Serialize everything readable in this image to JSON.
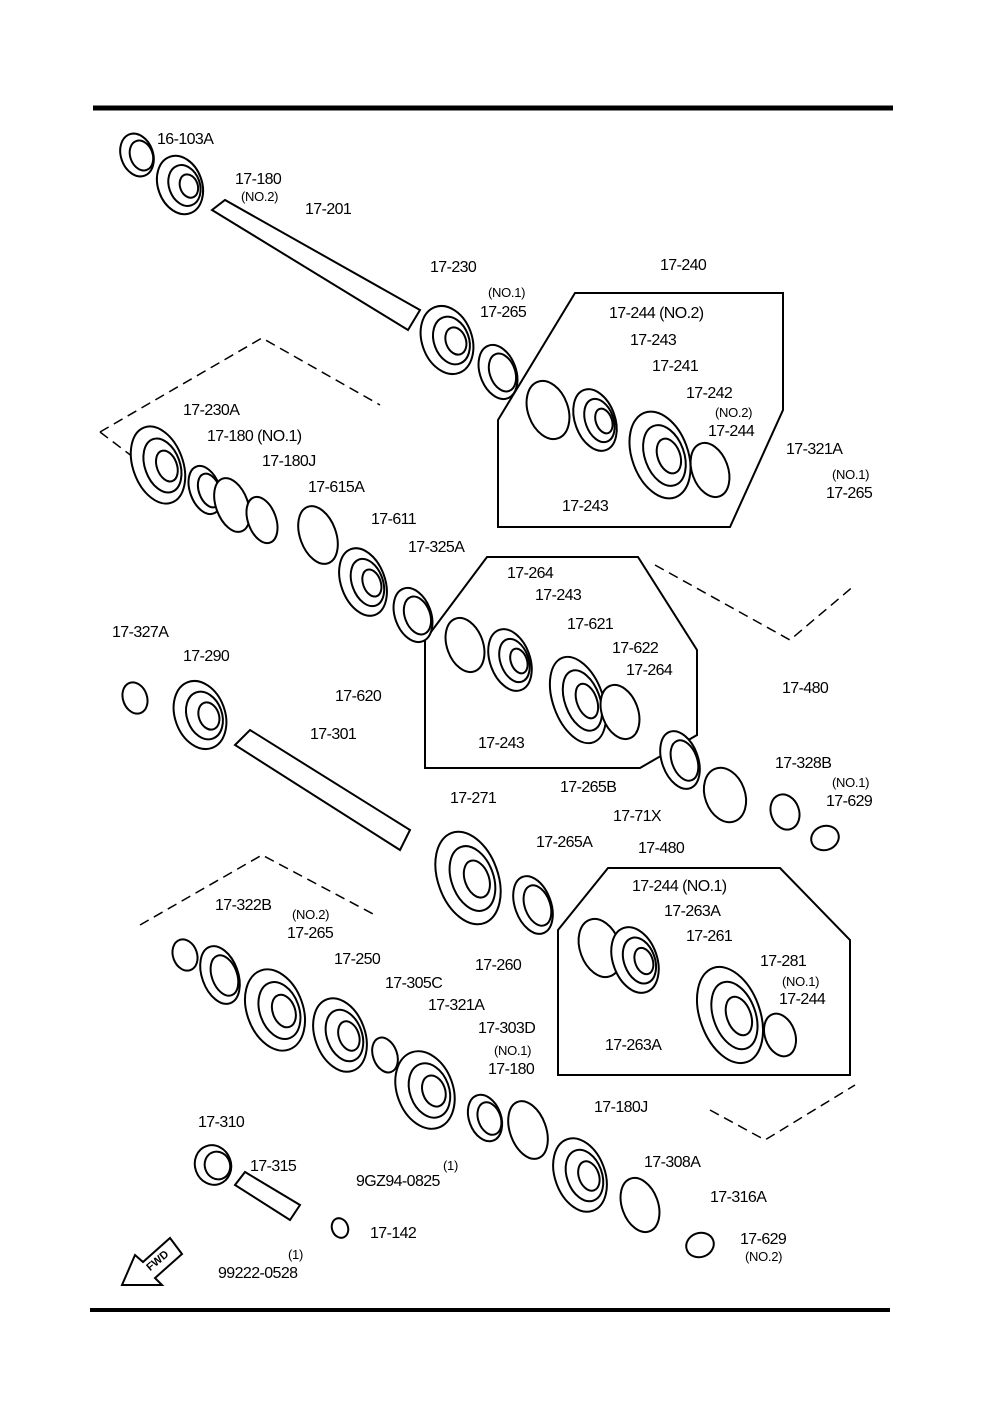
{
  "diagram": {
    "title": "Transmission gear parts exploded view",
    "fwd_logo": "FWD",
    "labels": [
      "16-103A",
      "17-180",
      "(NO.2)",
      "17-201",
      "17-230",
      "17-240",
      "(NO.1)",
      "17-265",
      "17-244 (NO.2)",
      "17-243",
      "17-241",
      "17-242",
      "(NO.2)",
      "17-244",
      "17-243",
      "17-230A",
      "17-180 (NO.1)",
      "17-180J",
      "17-615A",
      "17-611",
      "17-325A",
      "17-321A",
      "(NO.1)",
      "17-265",
      "17-264",
      "17-243",
      "17-621",
      "17-622",
      "17-264",
      "17-620",
      "17-243",
      "17-327A",
      "17-290",
      "17-301",
      "17-480",
      "17-328B",
      "(NO.1)",
      "17-629",
      "17-265B",
      "17-71X",
      "17-480",
      "17-271",
      "17-265A",
      "17-244 (NO.1)",
      "17-263A",
      "17-261",
      "17-281",
      "(NO.1)",
      "17-244",
      "17-260",
      "17-263A",
      "17-322B",
      "(NO.2)",
      "17-265",
      "17-250",
      "17-305C",
      "17-321A",
      "17-303D",
      "(NO.1)",
      "17-180",
      "17-180J",
      "17-310",
      "17-315",
      "(1)",
      "9GZ94-0825",
      "17-308A",
      "17-316A",
      "17-142",
      "17-629",
      "(NO.2)",
      "(1)",
      "99222-0528"
    ]
  }
}
